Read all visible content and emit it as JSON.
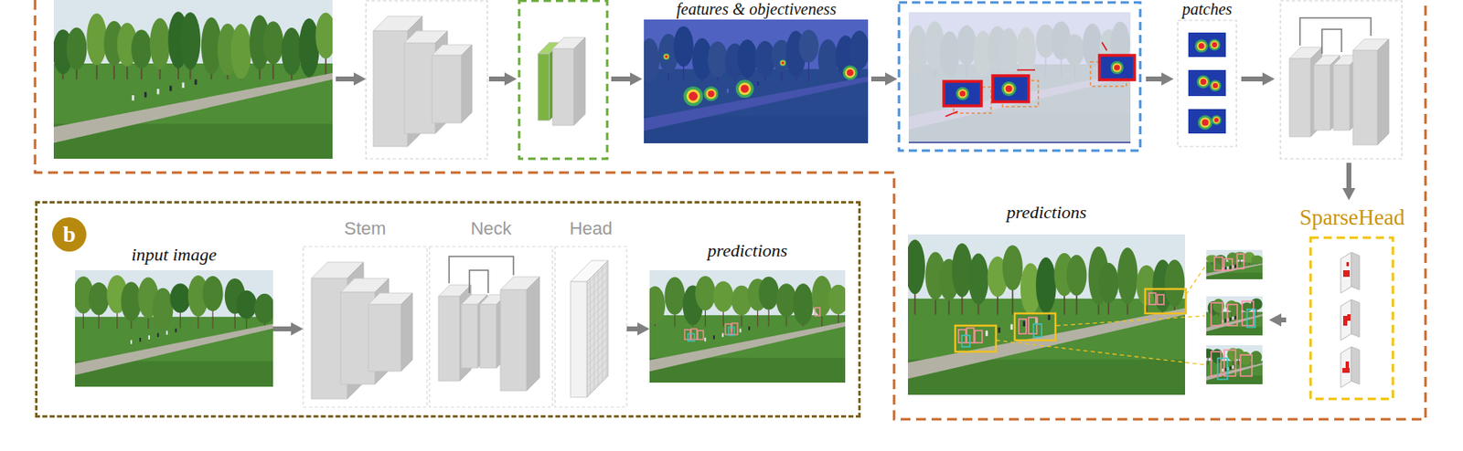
{
  "diagram": {
    "nodes": [
      {
        "text": [
          "features & objectiveness"
        ]
      },
      {
        "text": [
          "patches"
        ]
      },
      {
        "text": [
          "SparseHead"
        ]
      },
      {
        "text": [
          "predictions"
        ]
      },
      {
        "text": [
          "b"
        ]
      },
      {
        "text": [
          "input image"
        ],
        "in": 4
      },
      {
        "text": [
          "Stem"
        ],
        "in": 4
      },
      {
        "text": [
          "Neck"
        ],
        "in": 4
      },
      {
        "text": [
          "Head"
        ],
        "in": 4
      },
      {
        "text": [
          "predictions"
        ],
        "in": 4
      }
    ],
    "edges": [
      {
        "from": 2,
        "to": 3,
        "arrow": "to"
      },
      {
        "from": 5,
        "to": 6,
        "arrow": "to"
      },
      {
        "from": 8,
        "to": 9,
        "arrow": "to"
      }
    ]
  }
}
